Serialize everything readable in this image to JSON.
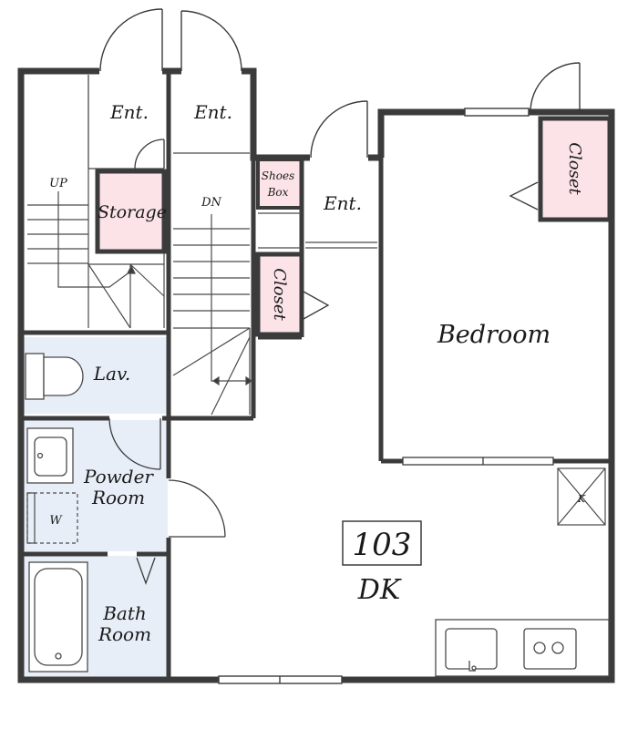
{
  "unit": {
    "number": "103",
    "type": "DK"
  },
  "rooms": {
    "ent_left": "Ent.",
    "ent_middle": "Ent.",
    "ent_right": "Ent.",
    "storage": "Storage",
    "up": "UP",
    "dn": "DN",
    "shoes_box_line1": "Shoes",
    "shoes_box_line2": "Box",
    "closet_hall": "Closet",
    "closet_bedroom": "Closet",
    "bedroom": "Bedroom",
    "lav": "Lav.",
    "powder_line1": "Powder",
    "powder_line2": "Room",
    "washer": "W",
    "bath_line1": "Bath",
    "bath_line2": "Room",
    "kitchen_marker": "K"
  },
  "colors": {
    "wall": "#3b3b3b",
    "closet_fill": "#fbe3e8",
    "wet_area_fill": "#e8eef8"
  }
}
